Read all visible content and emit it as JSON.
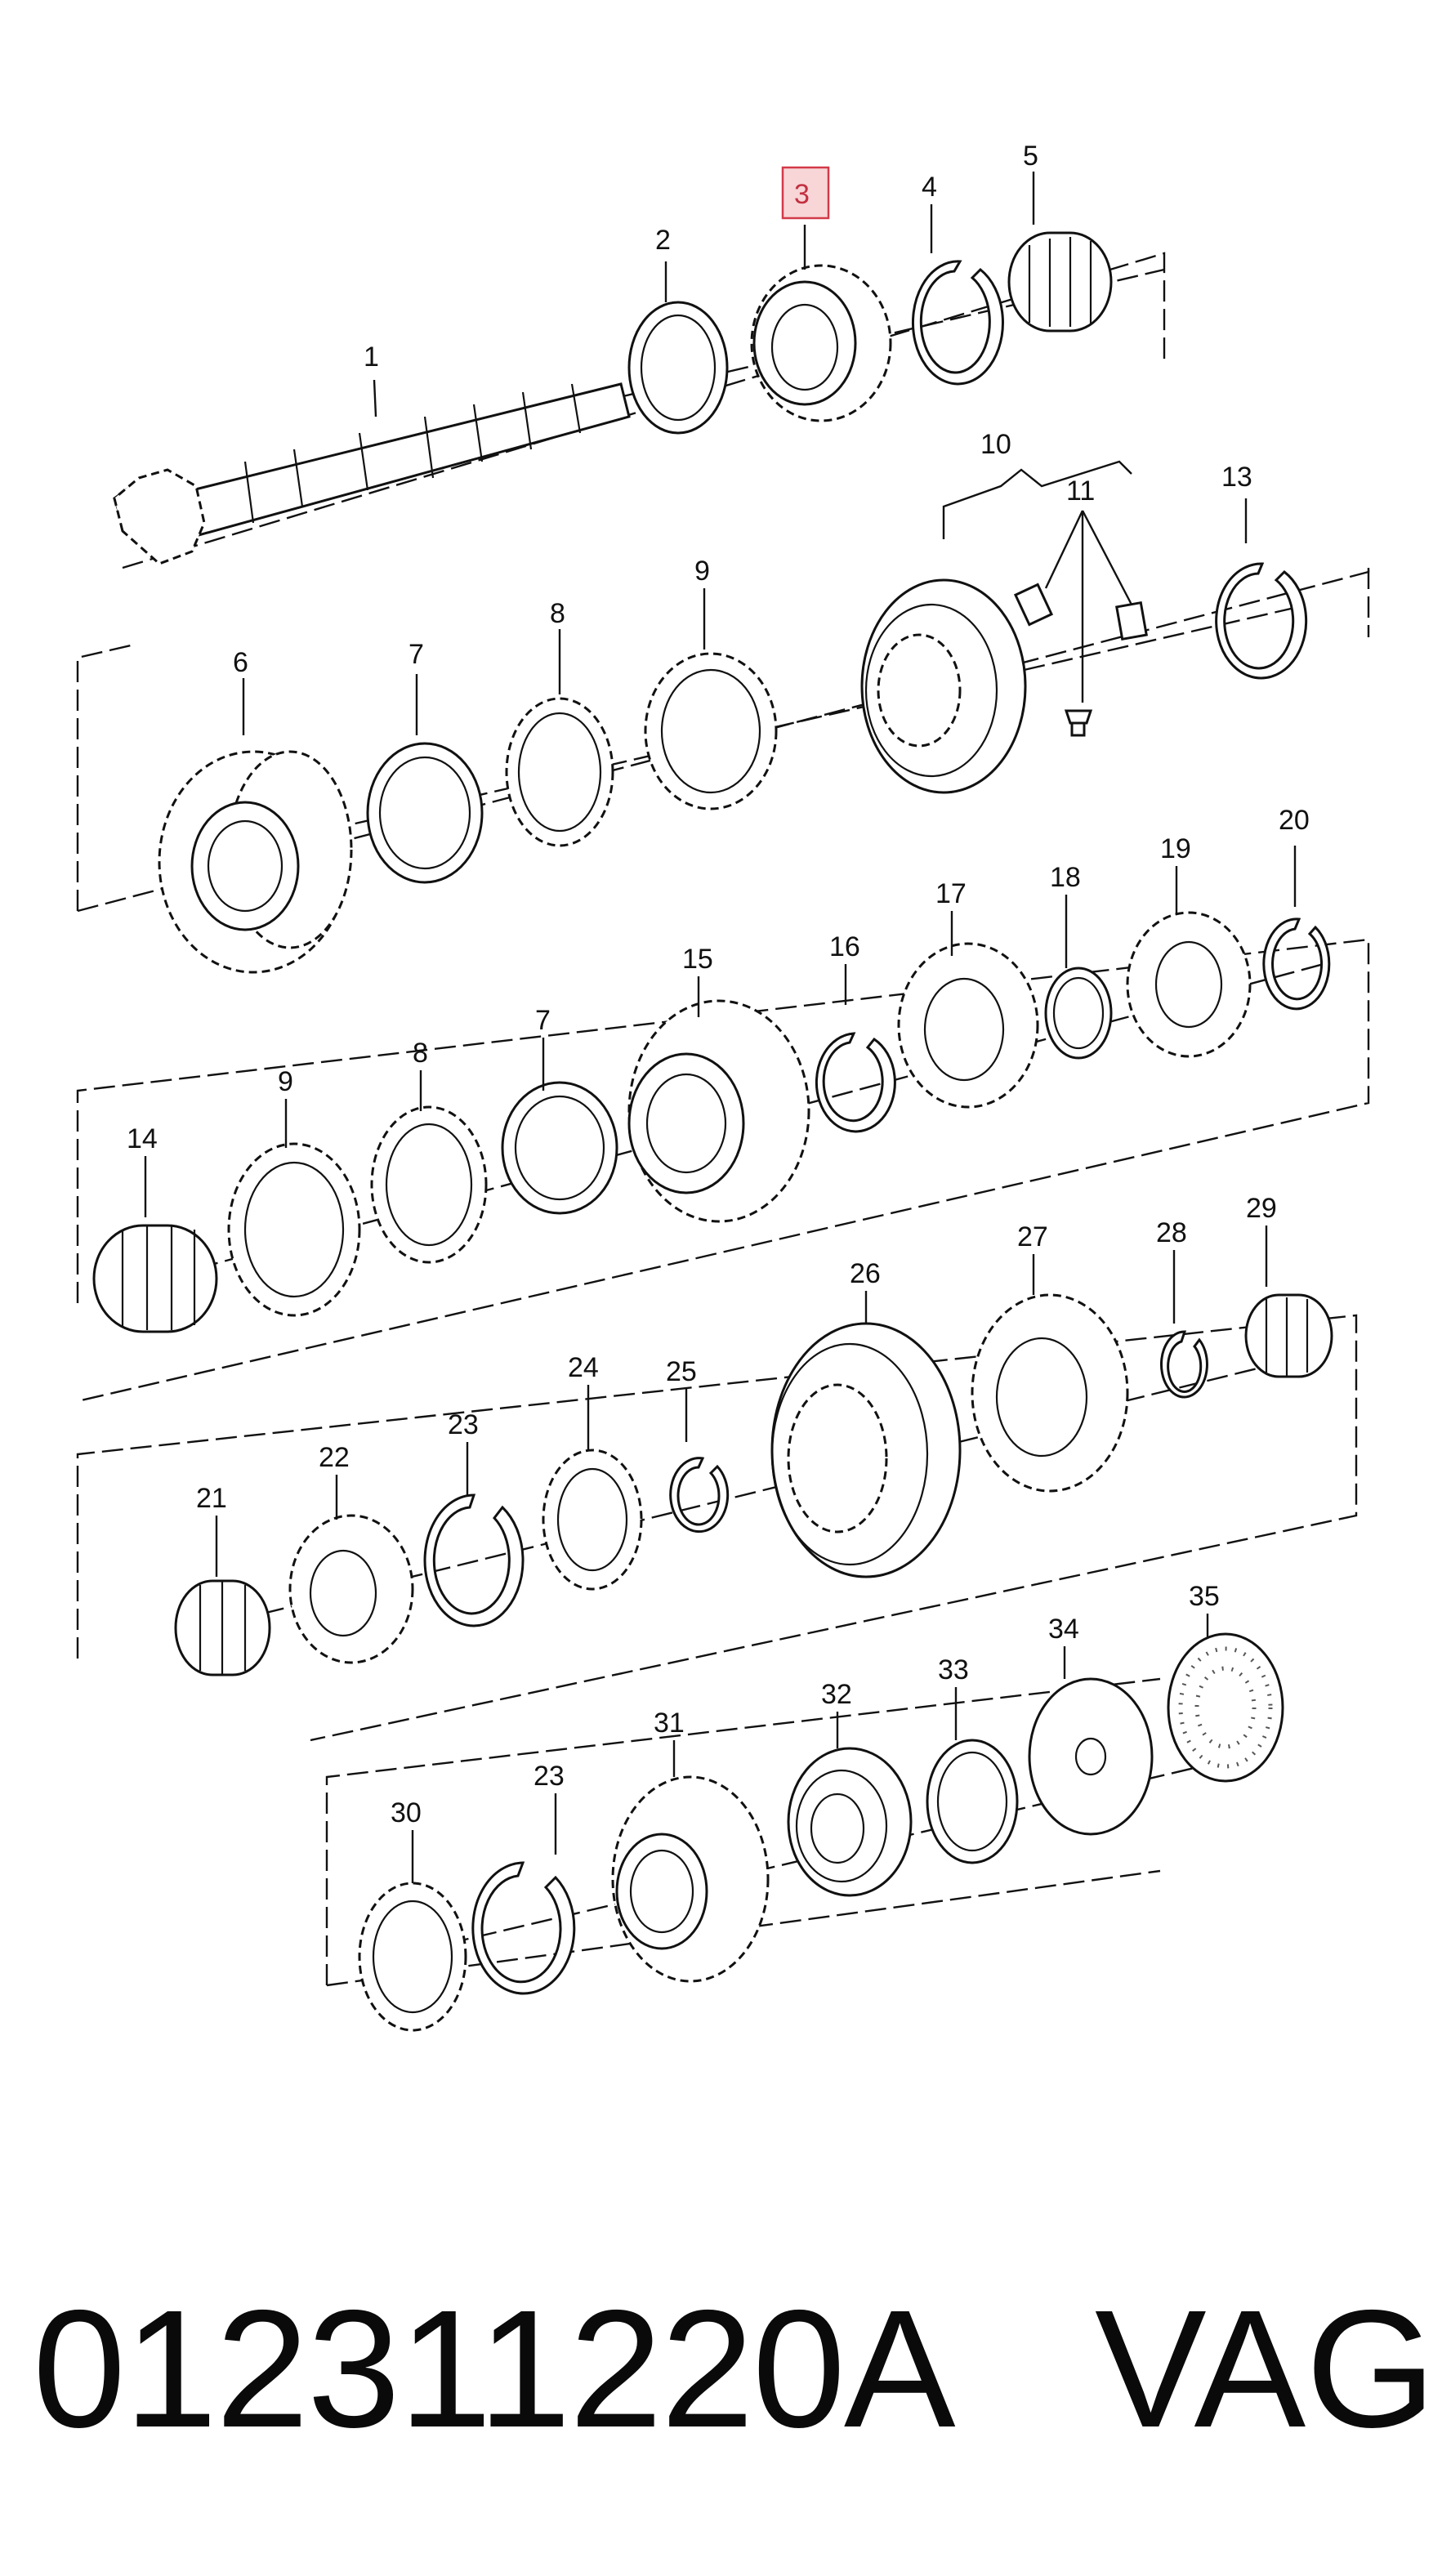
{
  "diagram": {
    "highlighted_callout": "3",
    "callouts": [
      "1",
      "2",
      "3",
      "4",
      "5",
      "6",
      "7",
      "8",
      "9",
      "10",
      "11",
      "13",
      "14",
      "15",
      "16",
      "17",
      "18",
      "19",
      "20",
      "21",
      "22",
      "23",
      "24",
      "25",
      "26",
      "27",
      "28",
      "29",
      "30",
      "31",
      "32",
      "33",
      "34",
      "35"
    ],
    "labels": {
      "c1": "1",
      "c2": "2",
      "c3": "3",
      "c4": "4",
      "c5": "5",
      "c6": "6",
      "c7a": "7",
      "c8a": "8",
      "c9a": "9",
      "c10": "10",
      "c11": "11",
      "c13": "13",
      "c14": "14",
      "c9b": "9",
      "c8b": "8",
      "c7b": "7",
      "c15": "15",
      "c16": "16",
      "c17": "17",
      "c18": "18",
      "c19": "19",
      "c20": "20",
      "c21": "21",
      "c22": "22",
      "c23a": "23",
      "c24": "24",
      "c25": "25",
      "c26": "26",
      "c27": "27",
      "c28": "28",
      "c29": "29",
      "c30": "30",
      "c23b": "23",
      "c31": "31",
      "c32": "32",
      "c33": "33",
      "c34": "34",
      "c35": "35"
    }
  },
  "footer": {
    "part_number": "012311220A",
    "brand": "VAG"
  }
}
